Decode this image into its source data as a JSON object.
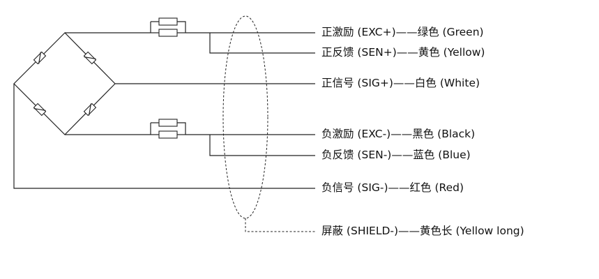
{
  "colors": {
    "line": "#222222",
    "background": "#ffffff"
  },
  "wires": [
    {
      "id": "exc-plus",
      "label": "正激励 (EXC+)——绿色 (Green)"
    },
    {
      "id": "sen-plus",
      "label": "正反馈 (SEN+)——黄色 (Yellow)"
    },
    {
      "id": "sig-plus",
      "label": "正信号 (SIG+)——白色 (White)"
    },
    {
      "id": "exc-minus",
      "label": "负激励 (EXC-)——黑色 (Black)"
    },
    {
      "id": "sen-minus",
      "label": "负反馈 (SEN-)——蓝色 (Blue)"
    },
    {
      "id": "sig-minus",
      "label": "负信号 (SIG-)——红色 (Red)"
    },
    {
      "id": "shield",
      "label": "屏蔽 (SHIELD-)——黄色长 (Yellow long)"
    }
  ]
}
